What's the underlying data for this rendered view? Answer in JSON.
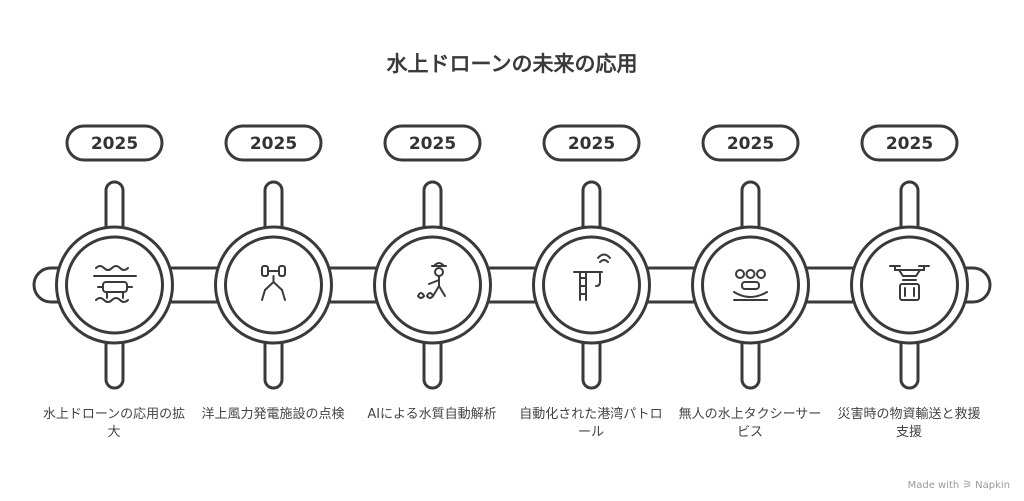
{
  "title": "水上ドローンの未来の応用",
  "colors": {
    "stroke": "#3a3a3a",
    "fill": "#ffffff",
    "text": "#333333"
  },
  "milestones": [
    {
      "year": "2025",
      "caption": "水上ドローンの応用の拡大",
      "icon": "drone-over-water-icon"
    },
    {
      "year": "2025",
      "caption": "洋上風力発電施設の点検",
      "icon": "inspection-drone-icon"
    },
    {
      "year": "2025",
      "caption": "AIによる水質自動解析",
      "icon": "water-sampling-icon"
    },
    {
      "year": "2025",
      "caption": "自動化された港湾パトロール",
      "icon": "port-crane-signal-icon"
    },
    {
      "year": "2025",
      "caption": "無人の水上タクシーサービス",
      "icon": "water-taxi-icon"
    },
    {
      "year": "2025",
      "caption": "災害時の物資輸送と救援支援",
      "icon": "delivery-drone-icon"
    }
  ],
  "credit": {
    "prefix": "Made with",
    "brand": "Napkin"
  }
}
